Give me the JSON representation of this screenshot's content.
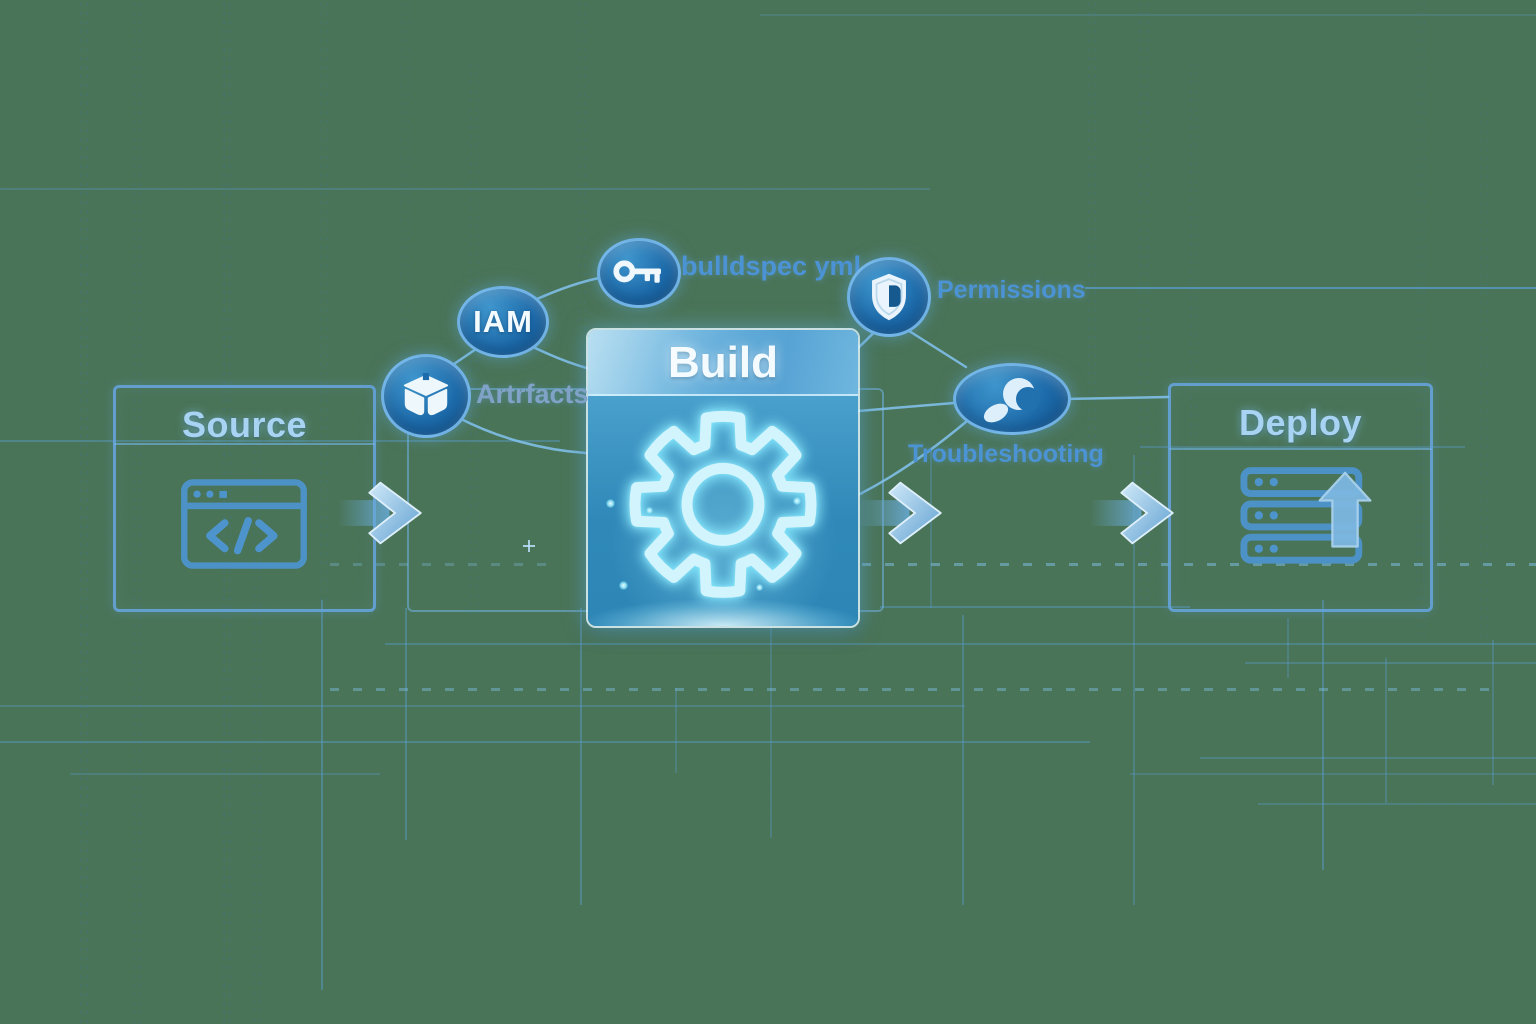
{
  "diagram": {
    "title_flow": [
      "Source",
      "Build",
      "Deploy"
    ],
    "stages": {
      "source": {
        "title": "Source",
        "icon": "code-window-icon"
      },
      "build": {
        "title": "Build",
        "icon": "gear-icon"
      },
      "deploy": {
        "title": "Deploy",
        "icon": "servers-upload-icon"
      }
    },
    "satellites": {
      "artifacts": {
        "label": "Artrfacts",
        "icon": "package-icon"
      },
      "iam": {
        "label": "IAM",
        "icon": "text-only"
      },
      "buildspec": {
        "label": "bulldspec yml",
        "icon": "key-icon"
      },
      "permissions": {
        "label": "Permissions",
        "icon": "shield-icon"
      },
      "troubleshooting": {
        "label": "Troubleshooting",
        "icon": "wrench-icon"
      }
    },
    "colors": {
      "background": "#4a7458",
      "grid_line": "#5a9fd4",
      "label_blue": "#4b93d4",
      "label_muted": "#7fa2c6",
      "stage_title": "#a8d3f2",
      "node_fill": "#1d6bab",
      "node_border": "#80c0f0",
      "glass_top": "#8ecbe9",
      "glass_bottom": "#2d86b6",
      "gear_glow": "#7fdcf6",
      "text_white": "#f4fbff"
    }
  }
}
